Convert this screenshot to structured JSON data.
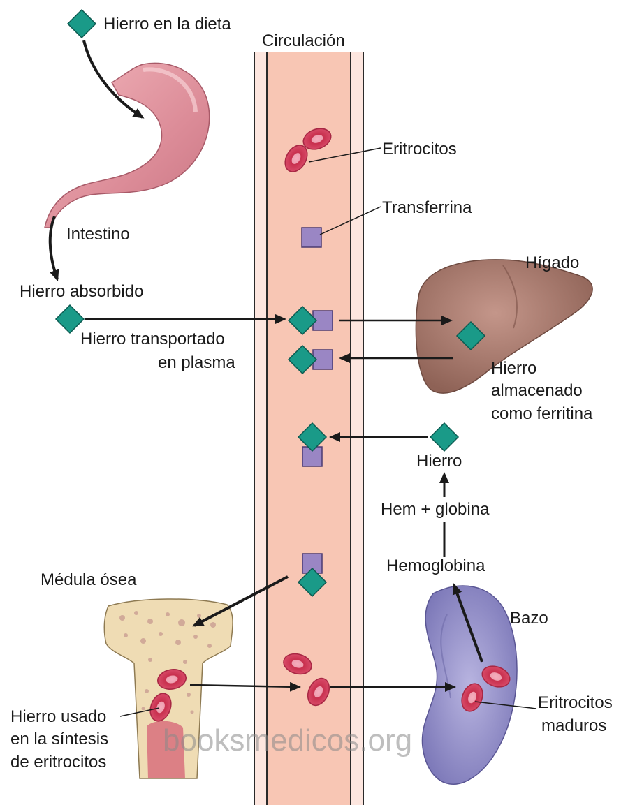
{
  "labels": {
    "dietary_iron": "Hierro en la dieta",
    "circulation": "Circulación",
    "erythrocytes": "Eritrocitos",
    "transferrin": "Transferrina",
    "intestine": "Intestino",
    "absorbed_iron": "Hierro absorbido",
    "transport_line1": "Hierro transportado",
    "transport_line2": "en plasma",
    "liver": "Hígado",
    "stored_line1": "Hierro",
    "stored_line2": "almacenado",
    "stored_line3": "como ferritina",
    "iron": "Hierro",
    "heme_globin": "Hem + globina",
    "hemoglobin": "Hemoglobina",
    "spleen": "Bazo",
    "bone_marrow": "Médula ósea",
    "mature_line1": "Eritrocitos",
    "mature_line2": "maduros",
    "used_line1": "Hierro usado",
    "used_line2": "en la síntesis",
    "used_line3": "de eritrocitos"
  },
  "watermark": "booksmedicos.org",
  "colors": {
    "iron_diamond": "#1a9a88",
    "transferrin_square": "#9a86c4",
    "plasma": "#f9c8b8",
    "erythrocyte": "#d23a5a",
    "liver": "#a8786a",
    "spleen": "#9a96cc",
    "stomach": "#e49aa4",
    "bone": "#efdcb4"
  }
}
